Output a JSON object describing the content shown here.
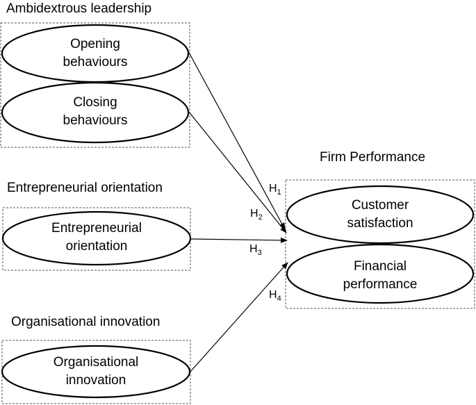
{
  "groups": {
    "ambidextrous": {
      "title": "Ambidextrous leadership",
      "nodes": [
        {
          "line1": "Opening",
          "line2": "behaviours"
        },
        {
          "line1": "Closing",
          "line2": "behaviours"
        }
      ]
    },
    "entrepreneurial": {
      "title": "Entrepreneurial orientation",
      "nodes": [
        {
          "line1": "Entrepreneurial",
          "line2": "orientation"
        }
      ]
    },
    "innovation": {
      "title": "Organisational innovation",
      "nodes": [
        {
          "line1": "Organisational",
          "line2": "innovation"
        }
      ]
    },
    "performance": {
      "title": "Firm Performance",
      "nodes": [
        {
          "line1": "Customer",
          "line2": "satisfaction"
        },
        {
          "line1": "Financial",
          "line2": "performance"
        }
      ]
    }
  },
  "hypotheses": [
    {
      "letter": "H",
      "sub": "1"
    },
    {
      "letter": "H",
      "sub": "2"
    },
    {
      "letter": "H",
      "sub": "3"
    },
    {
      "letter": "H",
      "sub": "4"
    }
  ],
  "colors": {
    "stroke": "#000000",
    "box_border": "#555555",
    "background": "#ffffff"
  }
}
